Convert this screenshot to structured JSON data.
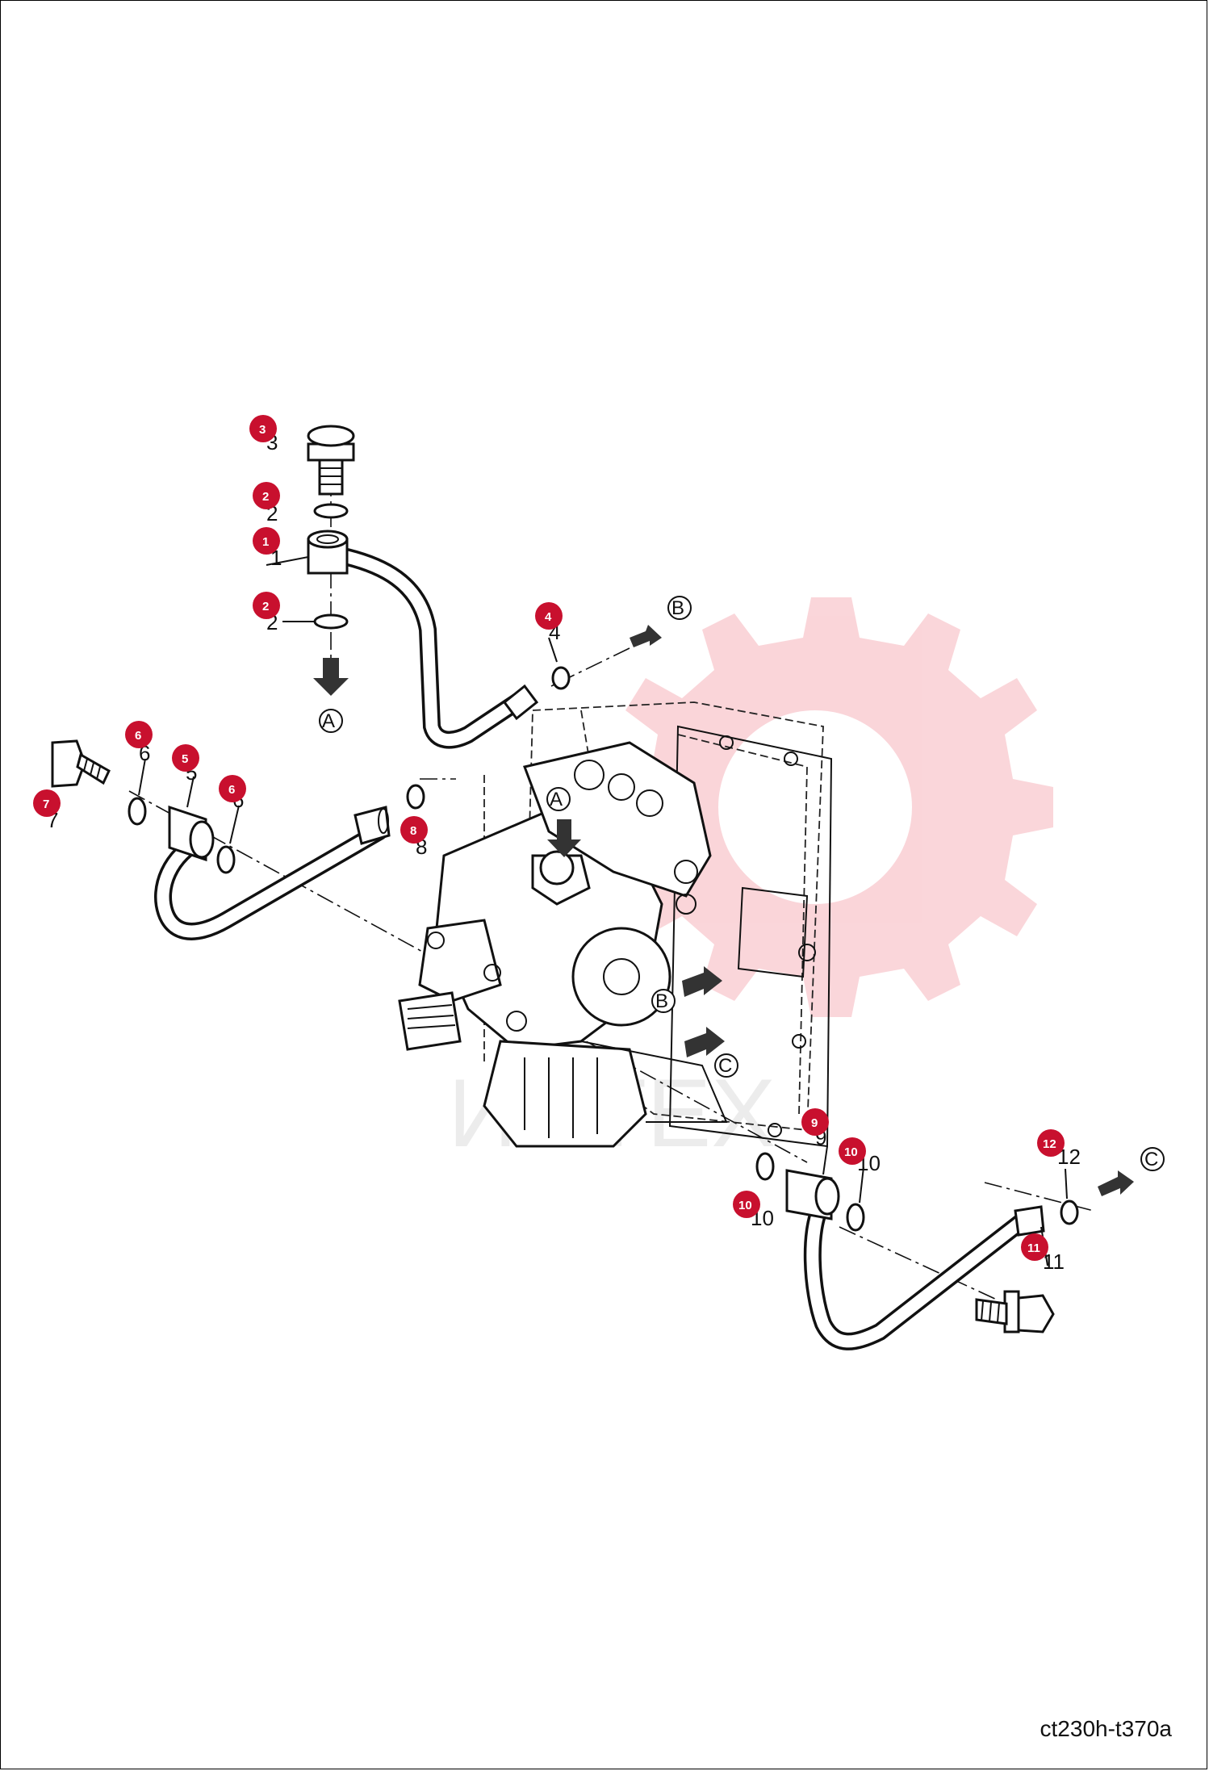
{
  "diagram": {
    "code": "ct230h-t370a",
    "watermark_text": "ИНТЕХ",
    "accent_color": "#c8102e",
    "markers": {
      "a": "A",
      "b": "B",
      "c": "C"
    },
    "callouts": [
      "1",
      "2",
      "3",
      "4",
      "5",
      "6",
      "7",
      "8",
      "9",
      "10",
      "11",
      "12"
    ]
  }
}
